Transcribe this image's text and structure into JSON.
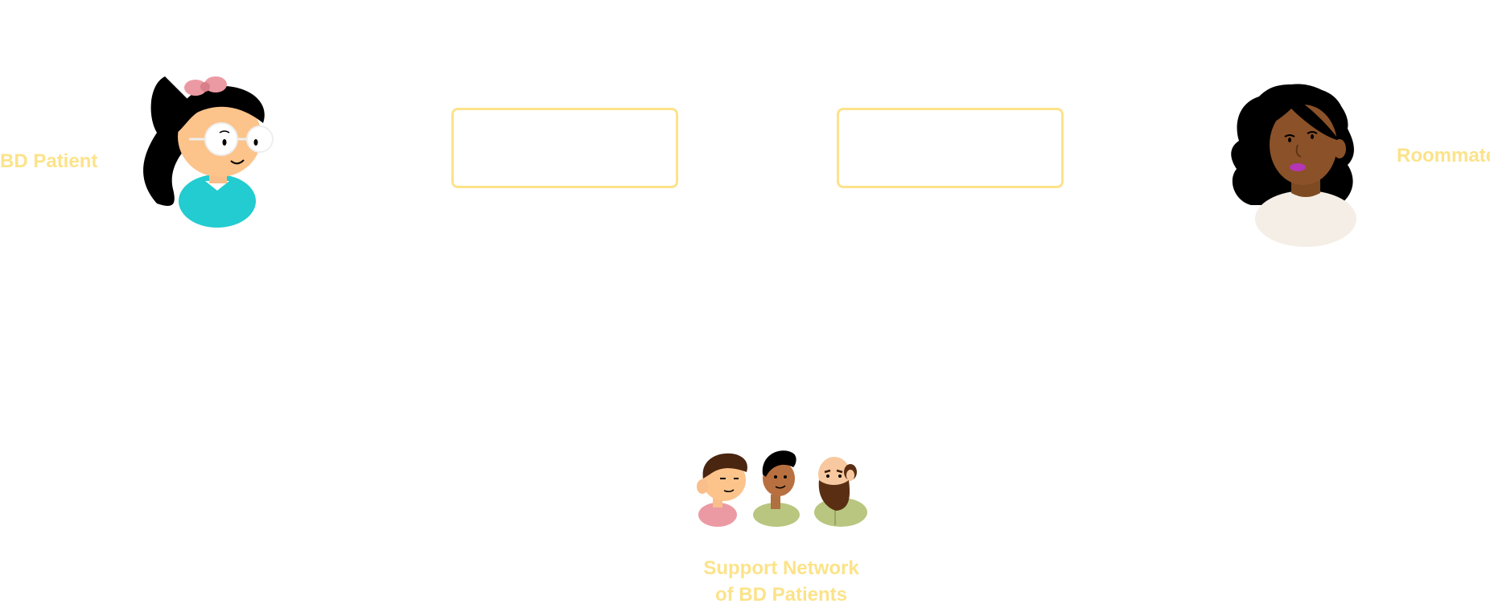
{
  "labels": {
    "bd_patient": "BD Patient",
    "roommate": "Roommate",
    "support_line1": "Support Network",
    "support_line2": "of BD Patients"
  },
  "colors": {
    "label": "#FCE38A",
    "box_border": "#FCE38A"
  },
  "icons": {
    "patient": "girl-with-glasses-avatar-icon",
    "roommate": "woman-avatar-icon",
    "support": "group-of-three-men-avatar-icon"
  }
}
